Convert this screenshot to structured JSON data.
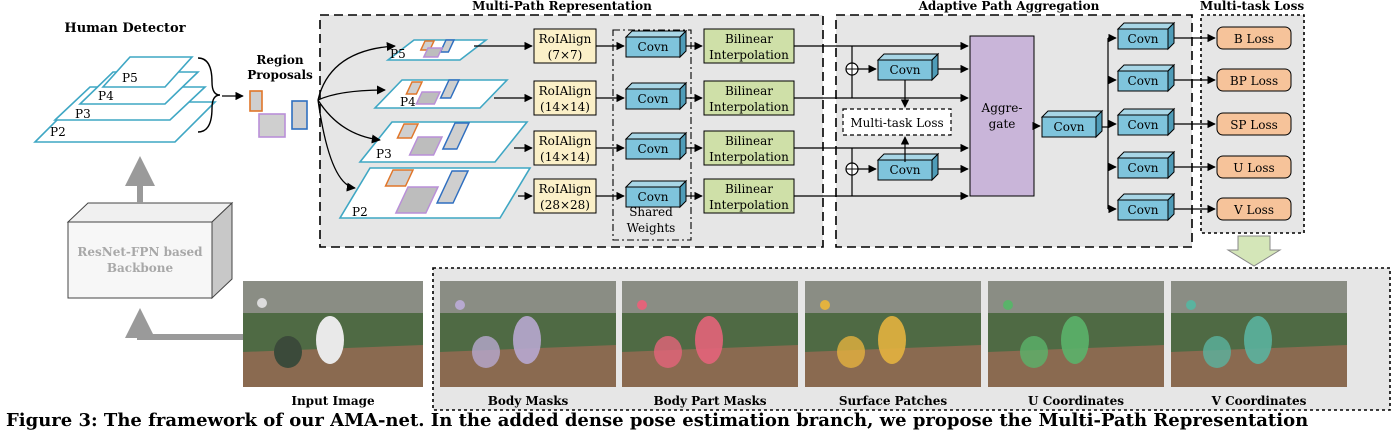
{
  "sections": {
    "human_detector": "Human Detector",
    "multi_path": "Multi-Path Representation",
    "adaptive": "Adaptive Path Aggregation",
    "multitask": "Multi-task Loss"
  },
  "detector": {
    "levels": [
      "P5",
      "P4",
      "P3",
      "P2"
    ],
    "region_proposals_line1": "Region",
    "region_proposals_line2": "Proposals"
  },
  "backbone": {
    "line1": "ResNet-FPN based",
    "line2": "Backbone"
  },
  "input_image_label": "Input Image",
  "mpr": {
    "levels": [
      "P5",
      "P4",
      "P3",
      "P2"
    ],
    "roialign": [
      {
        "name": "RoIAlign",
        "size": "(7×7)"
      },
      {
        "name": "RoIAlign",
        "size": "(14×14)"
      },
      {
        "name": "RoIAlign",
        "size": "(14×14)"
      },
      {
        "name": "RoIAlign",
        "size": "(28×28)"
      }
    ],
    "conv_label": "Covn",
    "shared_weights_line1": "Shared",
    "shared_weights_line2": "Weights",
    "bilinear_line1": "Bilinear",
    "bilinear_line2": "Interpolation"
  },
  "apa": {
    "conv_label": "Covn",
    "multitask_loss": "Multi-task Loss",
    "aggregate_line1": "Aggre-",
    "aggregate_line2": "gate",
    "out_conv": "Covn"
  },
  "losses": [
    "B Loss",
    "BP Loss",
    "SP Loss",
    "U Loss",
    "V Loss"
  ],
  "loss_conv_label": "Covn",
  "outputs": [
    "Body Masks",
    "Body Part Masks",
    "Surface Patches",
    "U Coordinates",
    "V Coordinates"
  ],
  "caption": "Figure 3: The framework of our AMA-net. In the added dense pose estimation branch, we propose the Multi-Path Representation",
  "colors": {
    "level_blue": "#3fa7c4",
    "conv_fill": "#7fc4dc",
    "roialign_fill": "#fbf0c8",
    "bilinear_fill": "#cfe0a8",
    "aggregate_fill": "#c9b5d9",
    "loss_fill": "#f6c39a",
    "panel_gray": "#e6e6e6",
    "roi_orange": "#e0762a",
    "roi_blue": "#2f6fc0",
    "roi_purple": "#b98fd8"
  }
}
